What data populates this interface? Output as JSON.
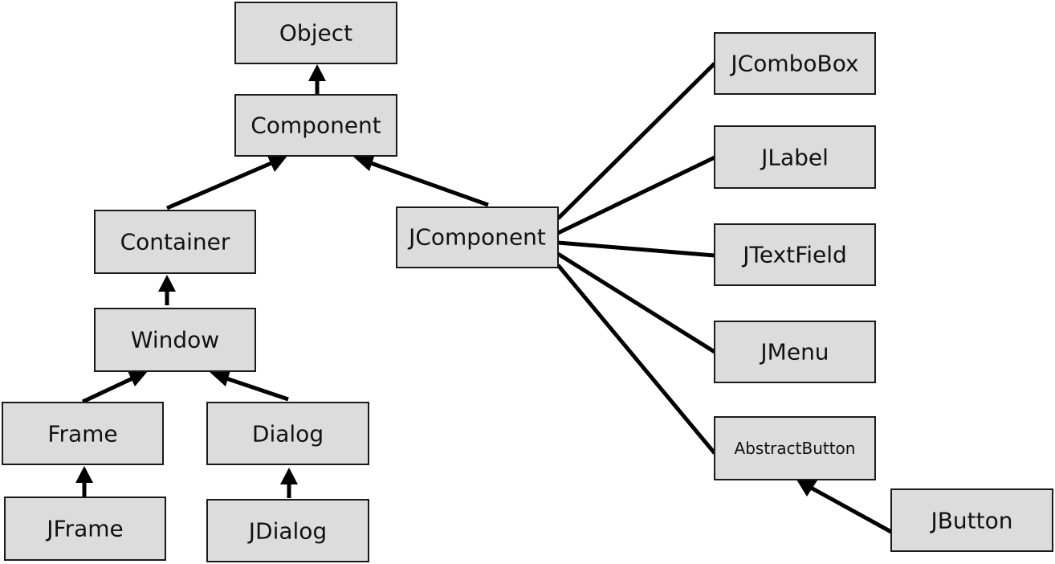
{
  "diagram": {
    "nodes": {
      "object": "Object",
      "component": "Component",
      "container": "Container",
      "jcomponent": "JComponent",
      "window": "Window",
      "frame": "Frame",
      "dialog": "Dialog",
      "jframe": "JFrame",
      "jdialog": "JDialog",
      "jcombobox": "JComboBox",
      "jlabel": "JLabel",
      "jtextfield": "JTextField",
      "jmenu": "JMenu",
      "abstractbutton": "AbstractButton",
      "jbutton": "JButton"
    },
    "edges": [
      {
        "from": "component",
        "to": "object",
        "arrow": true
      },
      {
        "from": "container",
        "to": "component",
        "arrow": true
      },
      {
        "from": "jcomponent",
        "to": "component",
        "arrow": true
      },
      {
        "from": "window",
        "to": "container",
        "arrow": true
      },
      {
        "from": "frame",
        "to": "window",
        "arrow": true
      },
      {
        "from": "dialog",
        "to": "window",
        "arrow": true
      },
      {
        "from": "jframe",
        "to": "frame",
        "arrow": true
      },
      {
        "from": "jdialog",
        "to": "dialog",
        "arrow": true
      },
      {
        "from": "jcombobox",
        "to": "jcomponent",
        "arrow": false
      },
      {
        "from": "jlabel",
        "to": "jcomponent",
        "arrow": false
      },
      {
        "from": "jtextfield",
        "to": "jcomponent",
        "arrow": false
      },
      {
        "from": "jmenu",
        "to": "jcomponent",
        "arrow": false
      },
      {
        "from": "abstractbutton",
        "to": "jcomponent",
        "arrow": false
      },
      {
        "from": "jbutton",
        "to": "abstractbutton",
        "arrow": true
      }
    ],
    "colors": {
      "box_fill": "#dcdcdc",
      "box_stroke": "#1a1a1a",
      "line": "#000000"
    }
  }
}
